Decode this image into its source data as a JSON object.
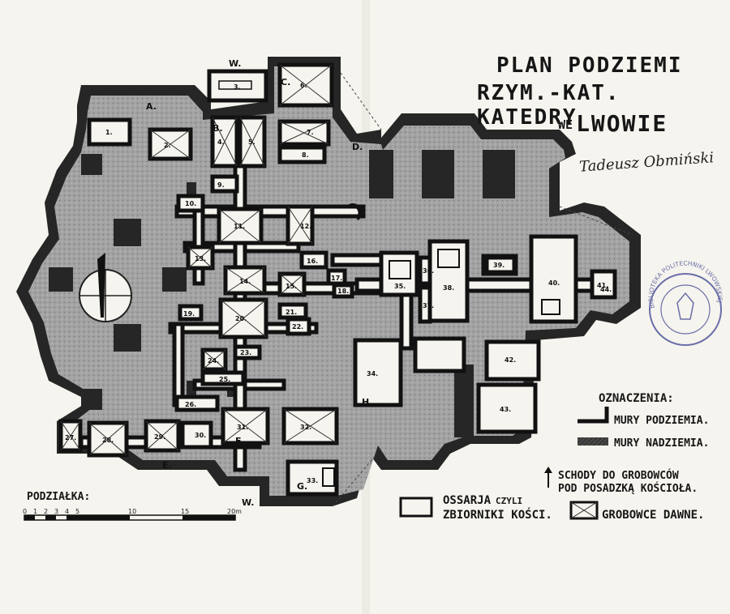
{
  "title": {
    "line1": "PLAN PODZIEMI",
    "line2": "RZYM.-KAT. KATEDRY",
    "line3_prefix": "WE",
    "line3_main": "LWOWIE"
  },
  "signature": "Tadeusz Obmiński",
  "legend": {
    "heading": "OZNACZENIA:",
    "walls_underground": "MURY PODZIEMIA.",
    "walls_above": "MURY NADZIEMIA.",
    "stairs_line1": "SCHODY DO GROBOWCÓW",
    "stairs_line2": "POD POSADZKĄ KOŚCIOŁA.",
    "ossuaries_line1": "OSSARJA",
    "ossuaries_czyli": "CZYLI",
    "ossuaries_line2": "ZBIORNIKI KOŚCI.",
    "old_tombs": "GROBOWCE DAWNE."
  },
  "scale": {
    "label": "PODZIAŁKA:",
    "ticks": [
      "0",
      "1",
      "2",
      "3",
      "4",
      "5",
      "10",
      "15",
      "20m"
    ]
  },
  "stamp_text": "BIBLIOTEKA POLITECHNIKI LWOWSKIEJ",
  "room_labels": [
    "1.",
    "2.",
    "3.",
    "4.",
    "5.",
    "6.",
    "7.",
    "8.",
    "9.",
    "10.",
    "11.",
    "12.",
    "13.",
    "14.",
    "15.",
    "16.",
    "17.",
    "18.",
    "19.",
    "20.",
    "21.",
    "22.",
    "23.",
    "24.",
    "25.",
    "26.",
    "27.",
    "28.",
    "29.",
    "30.",
    "31.",
    "32.",
    "33.",
    "34.",
    "35.",
    "36.",
    "37.",
    "38.",
    "39.",
    "40.",
    "41.",
    "42.",
    "43.",
    "44."
  ],
  "area_letters": [
    "A.",
    "B.",
    "C.",
    "D.",
    "E.",
    "F.",
    "G.",
    "H.",
    "W.",
    "W."
  ],
  "colors": {
    "wall": "#2b2b2b",
    "fill": "#9c9c9c",
    "paper": "#f6f4ee",
    "stamp": "#6a6fa8"
  }
}
